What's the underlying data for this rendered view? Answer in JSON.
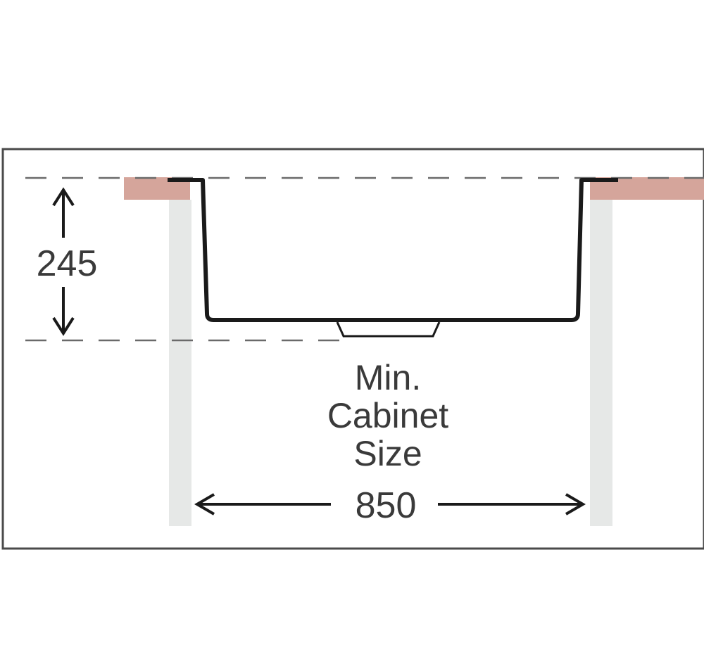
{
  "depth_dimension": "245",
  "cabinet_label": {
    "line1": "Min.",
    "line2": "Cabinet",
    "line3": "Size"
  },
  "width_dimension": "850",
  "colors": {
    "frame": "#4a4a4a",
    "countertop": "#d5a59b",
    "cabinet_panel": "#e6e8e7",
    "sink_outline": "#1a1a1a",
    "dashed_line": "#6a6a6a",
    "text": "#3a3a3a"
  }
}
